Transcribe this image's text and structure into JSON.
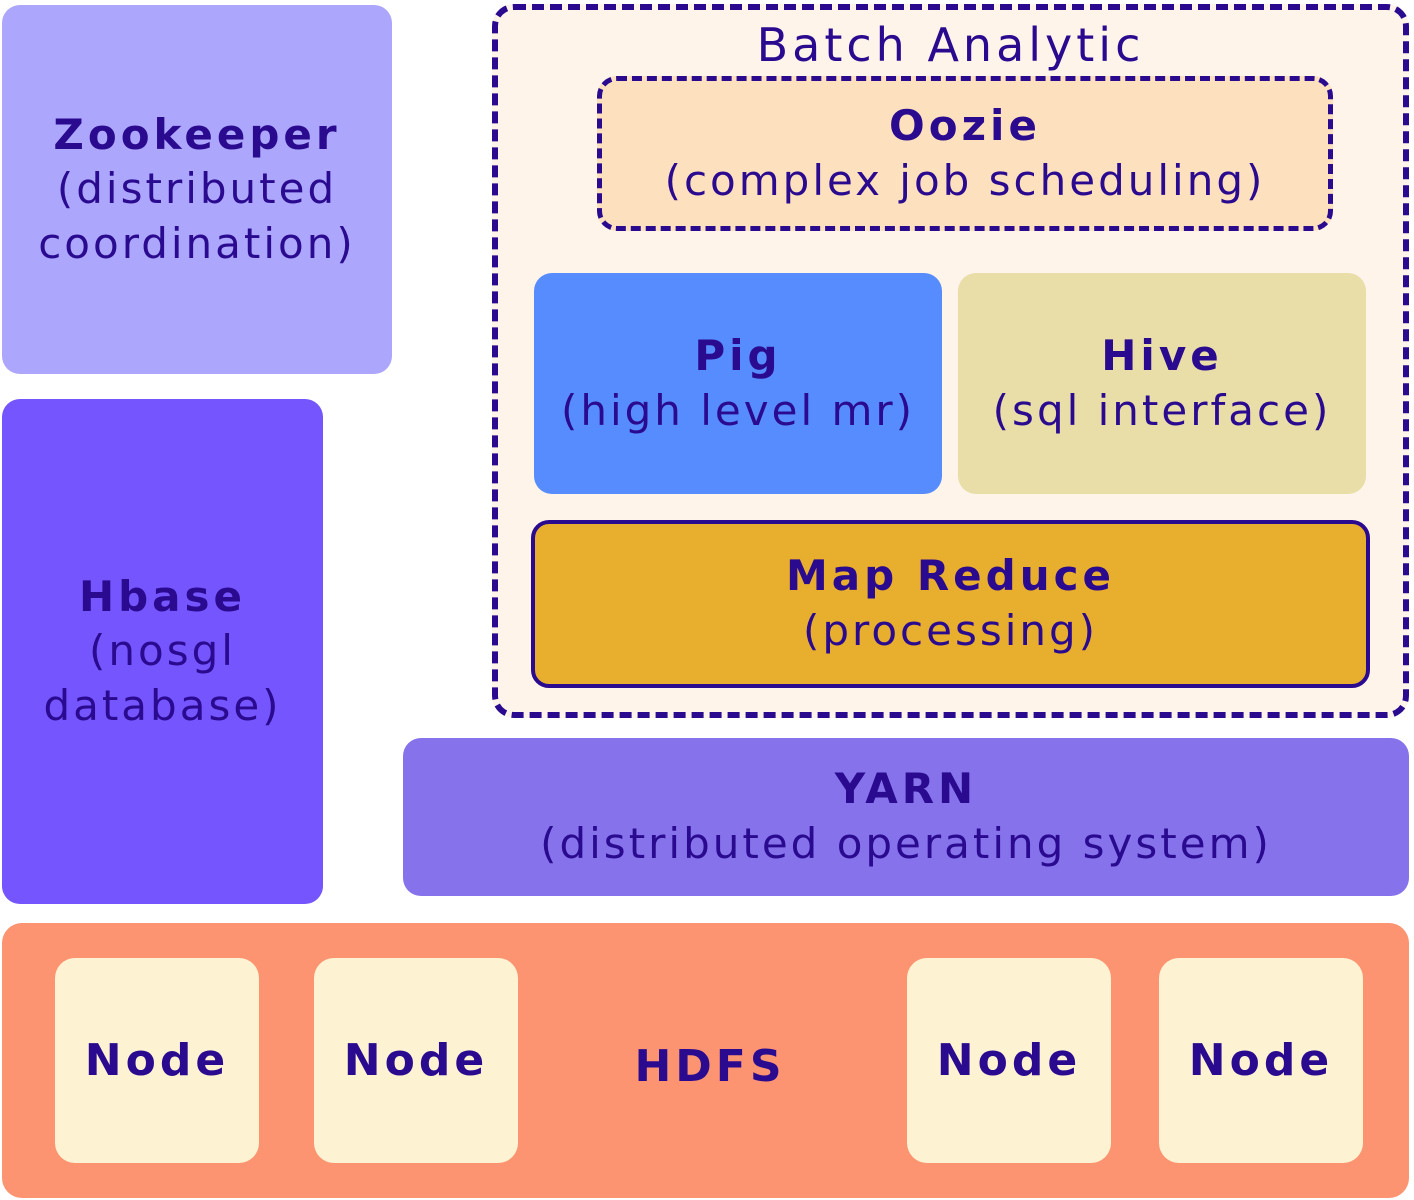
{
  "zookeeper": {
    "title": "Zookeeper",
    "line1": "(distributed",
    "line2": "coordination)"
  },
  "hbase": {
    "title": "Hbase",
    "line1": "(nosgl",
    "line2": "database)"
  },
  "batch": {
    "label": "Batch Analytic"
  },
  "oozie": {
    "title": "Oozie",
    "subtitle": "(complex job scheduling)"
  },
  "pig": {
    "title": "Pig",
    "subtitle": "(high level mr)"
  },
  "hive": {
    "title": "Hive",
    "subtitle": "(sql interface)"
  },
  "mapreduce": {
    "title": "Map Reduce",
    "subtitle": "(processing)"
  },
  "yarn": {
    "title": "YARN",
    "subtitle": "(distributed operating system)"
  },
  "hdfs": {
    "label": "HDFS",
    "nodes": [
      "Node",
      "Node",
      "Node",
      "Node"
    ]
  },
  "colors": {
    "text": "#2a0a8f",
    "zookeeper": "#aca6fd",
    "hbase": "#7455fe",
    "batch_bg": "#fff4ea",
    "oozie": "#fde0bd",
    "pig": "#578cff",
    "hive": "#e9dda8",
    "mapreduce": "#e8ae2d",
    "yarn": "#8673ec",
    "hdfs": "#fd9471",
    "node": "#fdf2d2"
  }
}
